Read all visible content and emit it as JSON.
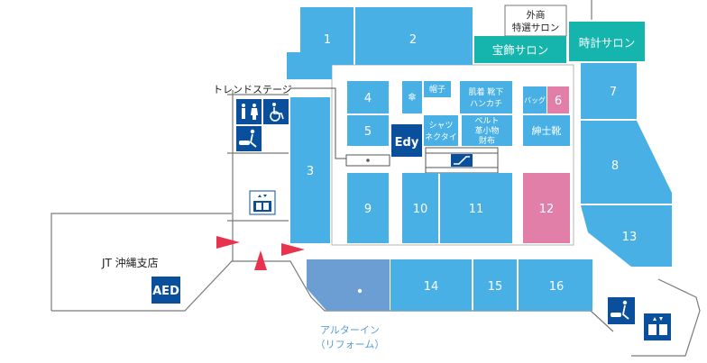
{
  "colors": {
    "shop": "#48b0e4",
    "pink": "#e27fa8",
    "teal": "#15b5ad",
    "navy": "#0a4f9b",
    "reform": "#6d9ed3",
    "outline": "#7a7a7a"
  },
  "shops": {
    "s1": "1",
    "s2": "2",
    "s3": "3",
    "s4": "4",
    "s5": "5",
    "s6": "6",
    "s7": "7",
    "s8": "8",
    "s9": "9",
    "s10": "10",
    "s11": "11",
    "s12": "12",
    "s13": "13",
    "s14": "14",
    "s15": "15",
    "s16": "16"
  },
  "categories": {
    "umbrella": "傘",
    "hats": "帽子",
    "underwear_1": "肌着 靴下",
    "underwear_2": "ハンカチ",
    "shirts_1": "シャツ",
    "shirts_2": "ネクタイ",
    "belts_1": "ベルト",
    "belts_2": "革小物",
    "belts_3": "財布",
    "bags": "バッグ",
    "mens_shoes": "紳士靴"
  },
  "labels": {
    "edy": "Edy",
    "trend_stage": "トレンドステージ",
    "jt_branch": "JT 沖縄支店",
    "aed": "AED",
    "reform_1": "アルターイン",
    "reform_2": "（リフォーム）",
    "special_salon_1": "外商",
    "special_salon_2": "特選サロン",
    "jewelry_salon": "宝飾サロン",
    "watch_salon": "時計サロン"
  },
  "icons": [
    "restroom-icon",
    "wheelchair-icon",
    "baby-care-icon",
    "elevator-icon",
    "escalator-icon",
    "entrance-arrow-icon"
  ]
}
